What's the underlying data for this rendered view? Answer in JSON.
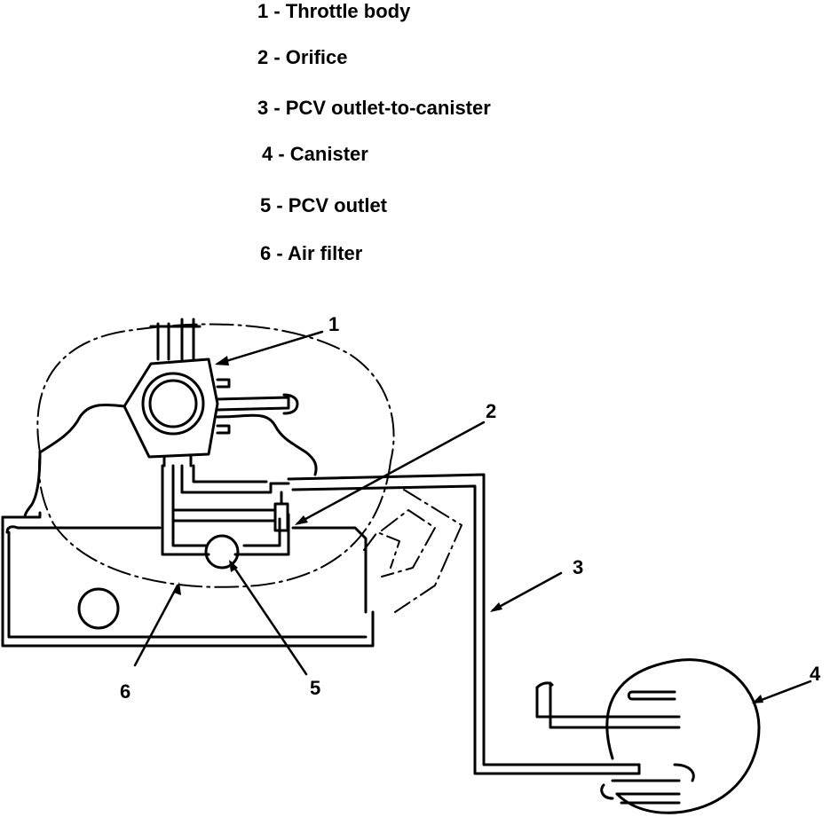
{
  "legend": {
    "items": [
      {
        "label": "1 - Throttle body"
      },
      {
        "label": "2 - Orifice"
      },
      {
        "label": "3 - PCV outlet-to-canister"
      },
      {
        "label": "4 - Canister"
      },
      {
        "label": "5 - PCV outlet"
      },
      {
        "label": "6 - Air filter"
      }
    ]
  },
  "callouts": {
    "throttle_body": "1",
    "orifice": "2",
    "pcv_outlet_to_canister": "3",
    "canister": "4",
    "pcv_outlet": "5",
    "air_filter": "6"
  },
  "colors": {
    "ink": "#000000",
    "paper": "#ffffff"
  }
}
